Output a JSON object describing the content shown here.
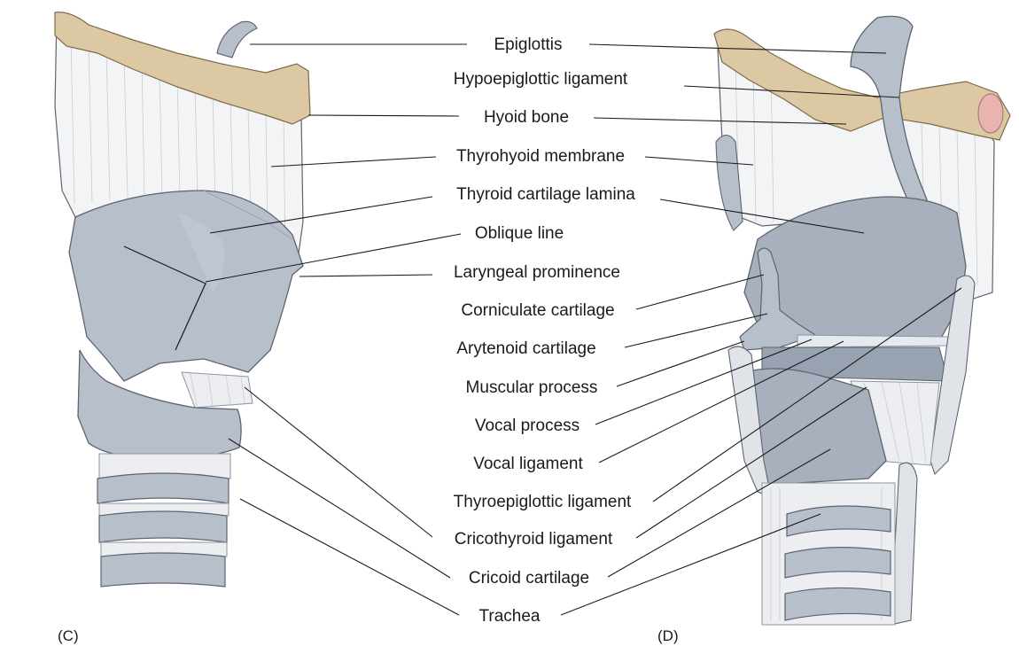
{
  "panels": {
    "left": "(C)",
    "right": "(D)"
  },
  "labels": {
    "epiglottis": "Epiglottis",
    "hypoepiglottic_ligament": "Hypoepiglottic ligament",
    "hyoid_bone": "Hyoid bone",
    "thyrohyoid_membrane": "Thyrohyoid membrane",
    "thyroid_cartilage_lamina": "Thyroid cartilage lamina",
    "oblique_line": "Oblique line",
    "laryngeal_prominence": "Laryngeal prominence",
    "corniculate_cartilage": "Corniculate cartilage",
    "arytenoid_cartilage": "Arytenoid cartilage",
    "muscular_process": "Muscular process",
    "vocal_process": "Vocal process",
    "vocal_ligament": "Vocal ligament",
    "thyroepiglottic_ligament": "Thyroepiglottic ligament",
    "cricothyroid_ligament": "Cricothyroid ligament",
    "cricoid_cartilage": "Cricoid cartilage",
    "trachea": "Trachea"
  },
  "colors": {
    "bone": "#dcc9a4",
    "cartilage": "#b7bfca",
    "cartilage_dark": "#98a2b0",
    "membrane": "#f3f4f5",
    "outline": "#5d6470",
    "leader": "#1a1a1a"
  }
}
